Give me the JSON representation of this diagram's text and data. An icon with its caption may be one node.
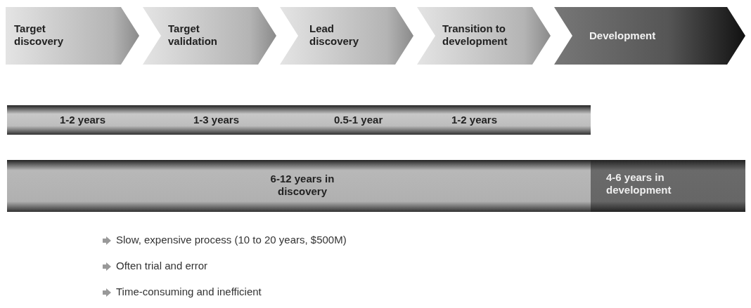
{
  "diagram": {
    "nodes": [
      {
        "text": [
          "Target discovery"
        ]
      },
      {
        "text": [
          "Target validation"
        ]
      },
      {
        "text": [
          "Lead discovery"
        ]
      },
      {
        "text": [
          "Transition to development"
        ]
      },
      {
        "text": [
          "Development"
        ]
      },
      {
        "text": [
          "1-2 years",
          "1-3 years",
          "0.5-1 year",
          "1-2 years"
        ]
      },
      {
        "text": [
          "6-12 years in discovery"
        ]
      },
      {
        "text": [
          "4-6 years in development"
        ]
      }
    ],
    "labels": [
      "Slow, expensive process (10 to 20 years, $500M)",
      "Often trial and error",
      "Time-consuming and inefficient"
    ]
  }
}
